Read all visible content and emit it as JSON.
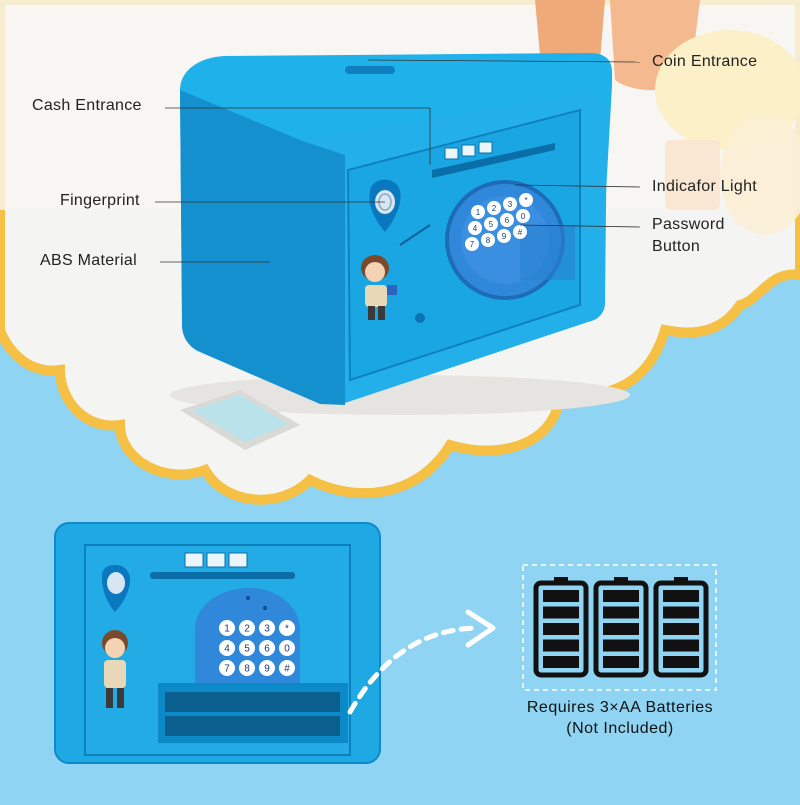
{
  "callouts": {
    "coin_entrance": "Coin Entrance",
    "cash_entrance": "Cash Entrance",
    "fingerprint": "Fingerprint",
    "indicator_light": "Indicafor Light",
    "password_button_line1": "Password",
    "password_button_line2": "Button",
    "abs_material": "ABS Material"
  },
  "keypad": [
    "1",
    "2",
    "3",
    "*",
    "4",
    "5",
    "6",
    "0",
    "7",
    "8",
    "9",
    "#"
  ],
  "battery": {
    "count": 3,
    "caption_line1": "Requires 3×AA Batteries",
    "caption_line2": "(Not Included)"
  },
  "colors": {
    "background": "#8fd4f2",
    "cloud": "#f3f3f1",
    "cloud_border": "#f5c043",
    "safe_blue": "#1aa8e3",
    "safe_blue_dark": "#0c86c4",
    "keypad_blue": "#2f7fd8"
  }
}
